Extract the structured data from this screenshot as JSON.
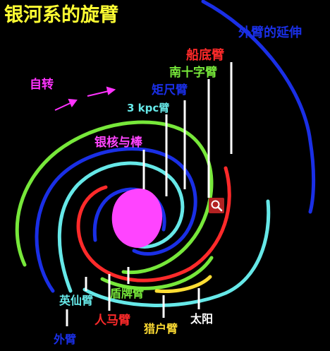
{
  "title": "银河系的旋臂",
  "rotation_label": "自转",
  "labels": {
    "outer_extension": "外臂的延伸",
    "carina": "船底臂",
    "crux": "南十字臂",
    "norma": "矩尺臂",
    "kpc3": "3 kpc臂",
    "core_bar": "银核与棒",
    "perseus": "英仙臂",
    "outer": "外臂",
    "sagittarius": "人马臂",
    "scutum": "盾牌臂",
    "orion": "猎户臂",
    "sun": "太阳"
  },
  "colors": {
    "title": "#ffff33",
    "rotation": "#ff33ff",
    "outer": "#1a2fe6",
    "carina": "#ff2a2a",
    "crux": "#77e83a",
    "norma": "#1a2fe6",
    "kpc3": "#66e8e8",
    "core_bar": "#ff44ff",
    "perseus": "#66e8e8",
    "sagittarius": "#ff2a2a",
    "scutum": "#77e83a",
    "orion": "#ffdd33",
    "sun": "#ffffff",
    "core_fill": "#ff44ff"
  },
  "icons": {
    "zoom": "magnifier-icon"
  }
}
